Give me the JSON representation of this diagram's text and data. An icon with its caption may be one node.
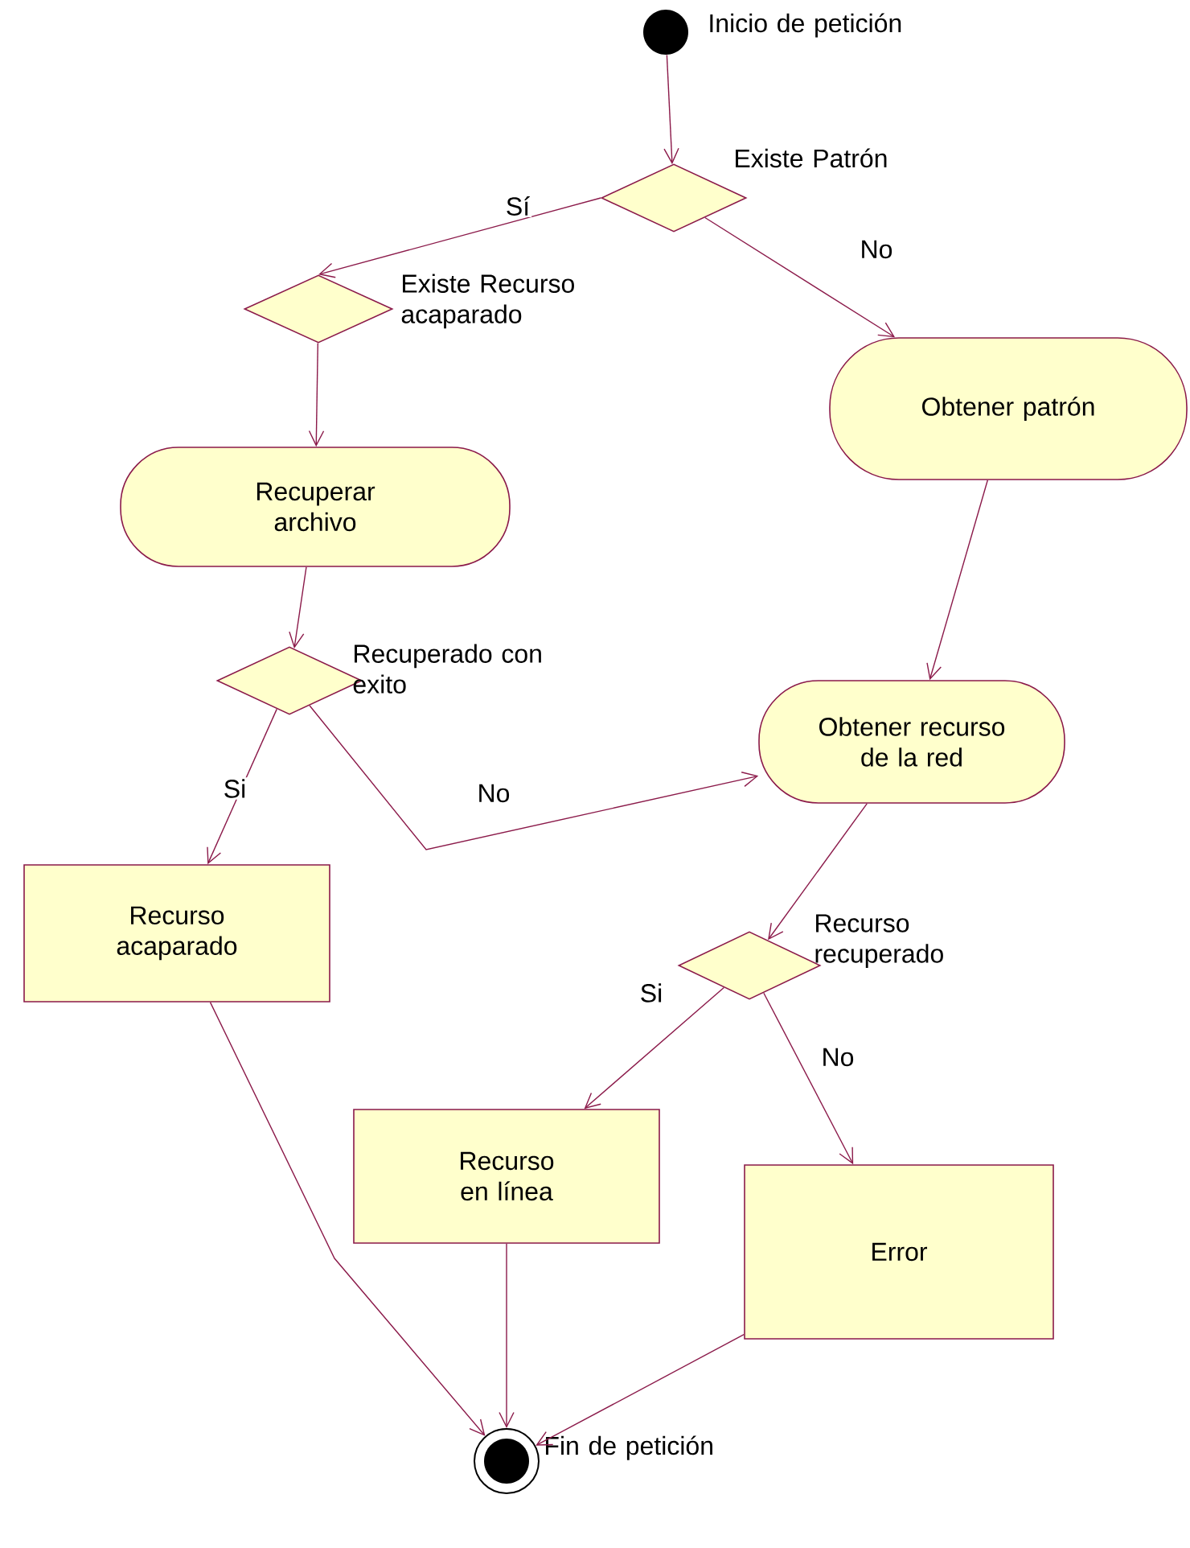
{
  "diagram": {
    "nodes": [
      {
        "text": [],
        "shape": "circle",
        "beside": [
          "Inicio de petición"
        ]
      },
      {
        "text": [],
        "shape": "diamond",
        "beside": [
          "Existe Patrón"
        ]
      },
      {
        "text": [],
        "shape": "diamond",
        "beside": [
          "Existe Recurso acaparado"
        ]
      },
      {
        "text": [
          "Obtener patrón"
        ]
      },
      {
        "text": [
          "Recuperar archivo"
        ]
      },
      {
        "text": [],
        "shape": "diamond",
        "beside": [
          "Recuperado con exito"
        ]
      },
      {
        "text": [
          "Obtener recurso de la red"
        ]
      },
      {
        "text": [
          "Recurso acaparado"
        ]
      },
      {
        "text": [],
        "shape": "diamond",
        "beside": [
          "Recurso recuperado"
        ]
      },
      {
        "text": [
          "Recurso en línea"
        ]
      },
      {
        "text": [
          "Error"
        ]
      },
      {
        "text": [],
        "shape": "circle",
        "beside": [
          "Fin de petición"
        ]
      }
    ],
    "edges": [
      {
        "from": 0,
        "to": 1,
        "arrow": "to"
      },
      {
        "from": 1,
        "to": 2,
        "arrow": "to",
        "label": "Sí"
      },
      {
        "from": 1,
        "to": 3,
        "arrow": "to",
        "label": "No"
      },
      {
        "from": 2,
        "to": 4,
        "arrow": "to"
      },
      {
        "from": 4,
        "to": 5,
        "arrow": "to"
      },
      {
        "from": 5,
        "to": 7,
        "arrow": "to",
        "label": "Si"
      },
      {
        "from": 5,
        "to": 6,
        "arrow": "to",
        "label": "No"
      },
      {
        "from": 3,
        "to": 6,
        "arrow": "to"
      },
      {
        "from": 6,
        "to": 8,
        "arrow": "to"
      },
      {
        "from": 8,
        "to": 9,
        "arrow": "to",
        "label": "Si"
      },
      {
        "from": 8,
        "to": 10,
        "arrow": "to",
        "label": "No"
      },
      {
        "from": 7,
        "to": 11,
        "arrow": "to"
      },
      {
        "from": 9,
        "to": 11,
        "arrow": "to"
      },
      {
        "from": 10,
        "to": 11,
        "arrow": "to"
      }
    ]
  }
}
